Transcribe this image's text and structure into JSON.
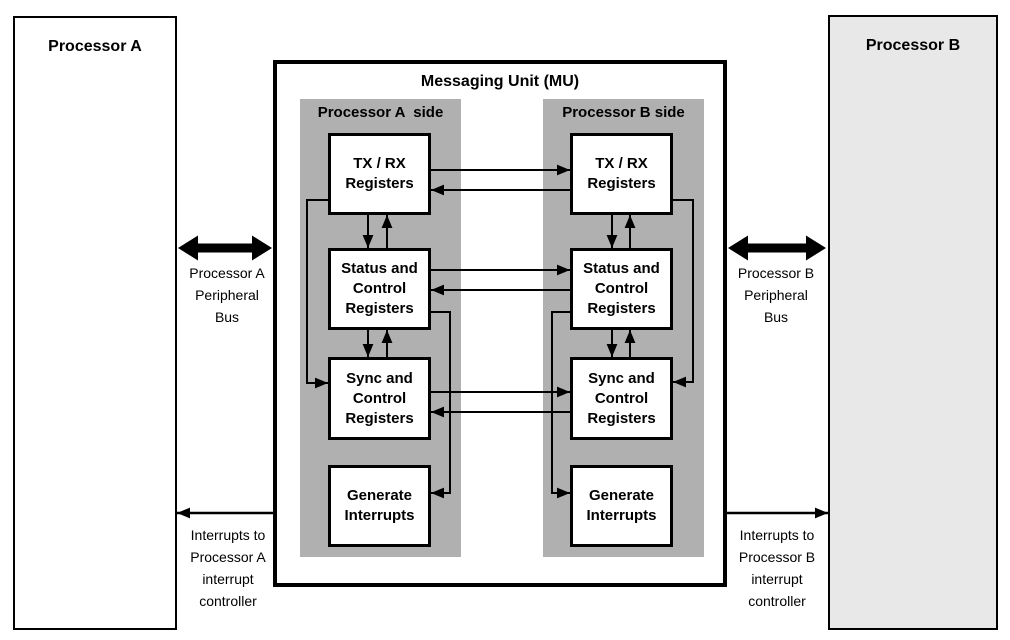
{
  "diagram": {
    "processor_a": {
      "label": "Processor A"
    },
    "processor_b": {
      "label": "Processor B"
    },
    "mu": {
      "title": "Messaging Unit (MU)",
      "sides": [
        {
          "label": "Processor A  side",
          "blocks": [
            {
              "label": "TX / RX\nRegisters"
            },
            {
              "label": "Status and\nControl\nRegisters"
            },
            {
              "label": "Sync and\nControl\nRegisters"
            },
            {
              "label": "Generate\nInterrupts"
            }
          ]
        },
        {
          "label": "Processor B side",
          "blocks": [
            {
              "label": "TX / RX\nRegisters"
            },
            {
              "label": "Status and\nControl\nRegisters"
            },
            {
              "label": "Sync and\nControl\nRegisters"
            },
            {
              "label": "Generate\nInterrupts"
            }
          ]
        }
      ]
    },
    "bus_a_label": "Processor A\nPeripheral\nBus",
    "bus_b_label": "Processor B\nPeripheral\nBus",
    "interrupt_a_label": "Interrupts to\nProcessor A\ninterrupt\ncontroller",
    "interrupt_b_label": "Interrupts to\nProcessor B\ninterrupt\ncontroller",
    "colors": {
      "panel_gray": "#b0b0b0",
      "processor_b_fill": "#e8e8e8",
      "line": "#000000"
    }
  }
}
